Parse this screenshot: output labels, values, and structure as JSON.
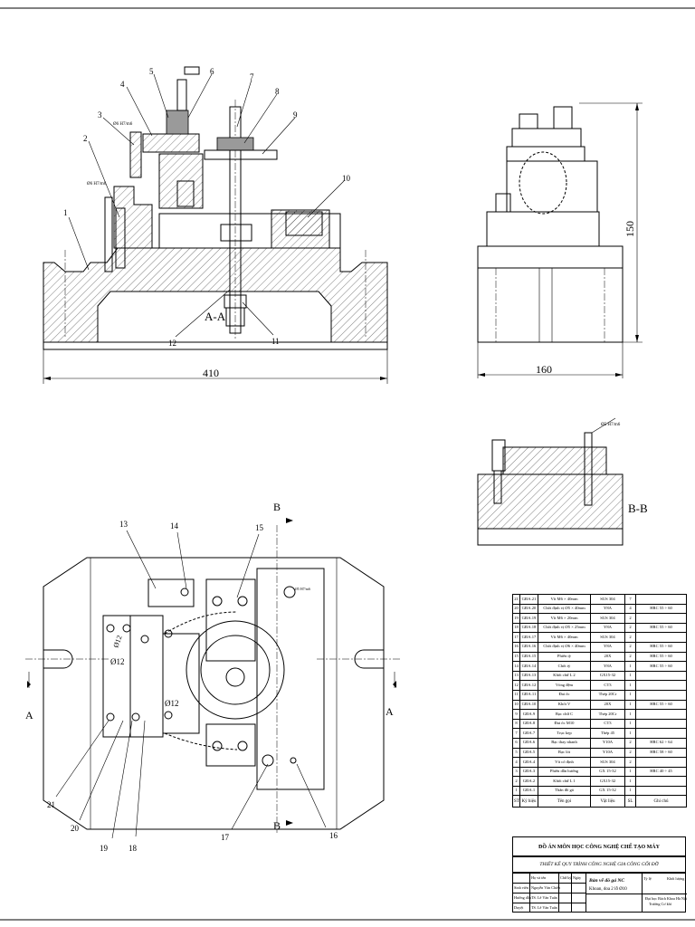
{
  "views": {
    "section_aa": "A-A",
    "section_bb": "B-B",
    "cut_b_top": "B",
    "cut_b_bottom": "B",
    "cut_a_left": "A",
    "cut_a_right": "A"
  },
  "dimensions": {
    "length": "410",
    "width": "160",
    "height": "150",
    "hole_b1": "Ø12",
    "hole_b2": "Ø12",
    "hole_b3": "Ø12",
    "fit_1": "Ø6 H7/m6",
    "fit_2": "Ø6 H7/m6",
    "fit_3": "Ø5 H7/m6",
    "fit_4": "Ø5 H7/m6"
  },
  "callouts_top": [
    "1",
    "2",
    "3",
    "4",
    "5",
    "6",
    "7",
    "8",
    "9",
    "10",
    "11",
    "12"
  ],
  "callouts_bottom": [
    "13",
    "14",
    "15",
    "16",
    "17",
    "18",
    "19",
    "20",
    "21"
  ],
  "parts_table": {
    "headers": [
      "STT",
      "Ký hiệu",
      "Tên gọi",
      "Vật liệu",
      "SL",
      "Ghi chú"
    ],
    "rows": [
      [
        "21",
        "GĐA.21",
        "Vít M6 × 40mm",
        "SUS 304",
        "7",
        ""
      ],
      [
        "20",
        "GĐA.20",
        "Chốt định vị Ø5 × 40mm",
        "Y8A",
        "4",
        "HRC 55 ÷ 60"
      ],
      [
        "19",
        "GĐA.19",
        "Vít M6 × 20mm",
        "SUS 304",
        "2",
        ""
      ],
      [
        "18",
        "GĐA.18",
        "Chốt định vị Ø5 × 25mm",
        "Y8A",
        "2",
        "HRC 55 ÷ 60"
      ],
      [
        "17",
        "GĐA.17",
        "Vít M6 × 40mm",
        "SUS 304",
        "2",
        ""
      ],
      [
        "16",
        "GĐA.16",
        "Chốt định vị Ø6 × 40mm",
        "Y8A",
        "2",
        "HRC 55 ÷ 60"
      ],
      [
        "15",
        "GĐA.15",
        "Phiến tỳ",
        "20X",
        "2",
        "HRC 55 ÷ 60"
      ],
      [
        "14",
        "GĐA.14",
        "Chốt tỳ",
        "Y8A",
        "1",
        "HRC 55 ÷ 60"
      ],
      [
        "13",
        "GĐA.13",
        "Khối chữ L 2",
        "GX15-32",
        "1",
        ""
      ],
      [
        "12",
        "GĐA.12",
        "Vòng đệm",
        "CT3",
        "1",
        ""
      ],
      [
        "11",
        "GĐA.11",
        "Đai ốc",
        "Thép 20Cr",
        "1",
        ""
      ],
      [
        "10",
        "GĐA.10",
        "Khối V",
        "20X",
        "1",
        "HRC 55 ÷ 60"
      ],
      [
        "9",
        "GĐA.9",
        "Bạc chữ C",
        "Thép 20Cr",
        "1",
        ""
      ],
      [
        "8",
        "GĐA.8",
        "Đai ốc M10",
        "CT3",
        "1",
        ""
      ],
      [
        "7",
        "GĐA.7",
        "Trục kẹp",
        "Thép 45",
        "1",
        ""
      ],
      [
        "6",
        "GĐA.6",
        "Bạc thay nhanh",
        "Y10A",
        "2",
        "HRC 62 ÷ 64"
      ],
      [
        "5",
        "GĐA.5",
        "Bạc lót",
        "Y10A",
        "2",
        "HRC 58 ÷ 60"
      ],
      [
        "4",
        "GĐA.4",
        "Vít cố định",
        "SUS 304",
        "2",
        ""
      ],
      [
        "3",
        "GĐA.3",
        "Phiến dẫn hướng",
        "GX 15-32",
        "1",
        "HRC 40 ÷ 45"
      ],
      [
        "2",
        "GĐA.2",
        "Khối chữ L 1",
        "GX15-32",
        "1",
        ""
      ],
      [
        "1",
        "GĐA.1",
        "Thân đồ gá",
        "GX 15-32",
        "1",
        ""
      ]
    ]
  },
  "title_block": {
    "project": "ĐỒ ÁN MÔN HỌC CÔNG NGHỆ CHẾ TẠO MÁY",
    "subject": "THIẾT KẾ QUY TRÌNH CÔNG NGHỆ GIA CÔNG GỐI ĐỠ",
    "drawing_title": "Bản vẽ đồ gá NC",
    "operation": "Khoan, doa 2 lỗ Ø10",
    "role_labels": [
      "Sinh viên",
      "Hướng dẫn",
      "Duyệt"
    ],
    "names": [
      "Nguyễn Văn Chiến",
      "TS. Lê Văn Tuấn",
      "TS. Lê Văn Tuấn"
    ],
    "col_labels": [
      "Họ và tên",
      "Chữ ký",
      "Ngày"
    ],
    "right_labels": [
      "Tỷ lệ",
      "Khối lượng"
    ],
    "school": "Đại học Bách Khoa Hà Nội",
    "dept": "Trường Cơ khí"
  }
}
